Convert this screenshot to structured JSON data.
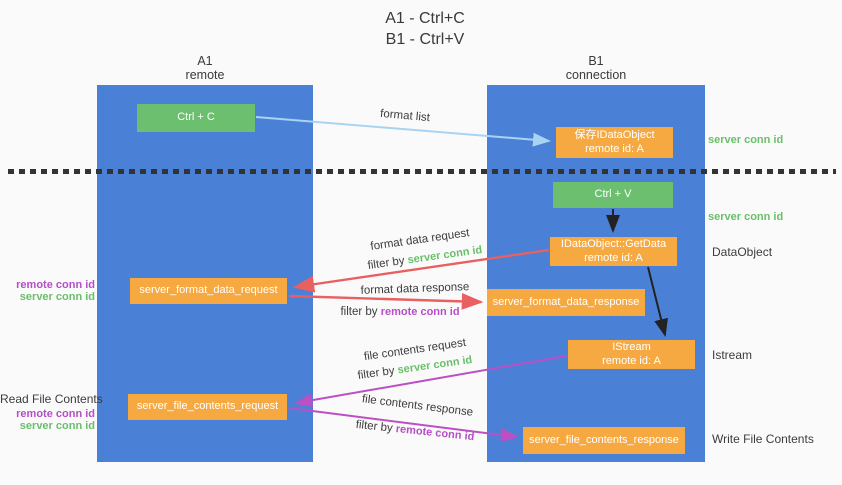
{
  "title": {
    "line1": "A1 - Ctrl+C",
    "line2": "B1 - Ctrl+V"
  },
  "columns": {
    "left": {
      "name": "A1",
      "subtitle": "remote"
    },
    "right": {
      "name": "B1",
      "subtitle": "connection"
    }
  },
  "nodes": {
    "ctrl_c": {
      "label": "Ctrl + C"
    },
    "ctrl_v": {
      "label": "Ctrl + V"
    },
    "save_dataobject": {
      "line1": "保存IDataObject",
      "line2": "remote id: A"
    },
    "getdata": {
      "line1": "IDataObject::GetData",
      "line2": "remote id: A"
    },
    "istream": {
      "line1": "IStream",
      "line2": "remote id: A"
    },
    "server_format_data_request": {
      "label": "server_format_data_request"
    },
    "server_format_data_response": {
      "label": "server_format_data_response"
    },
    "server_file_contents_request": {
      "label": "server_file_contents_request"
    },
    "server_file_contents_response": {
      "label": "server_file_contents_response"
    }
  },
  "arrow_labels": {
    "format_list": "format list",
    "format_data_request": "format data request",
    "format_data_response": "format data response",
    "file_contents_request": "file contents request",
    "file_contents_response": "file contents response",
    "filter_by": "filter by",
    "server_conn_id": "server conn id",
    "remote_conn_id": "remote conn id"
  },
  "side_labels": {
    "server_conn_id_top": "server conn id",
    "server_conn_id_mid": "server conn id",
    "dataobject": "DataObject",
    "istream": "Istream",
    "write_file_contents": "Write File Contents",
    "read_file_contents": "Read File Contents",
    "remote_conn_id_left_1": "remote conn id",
    "server_conn_id_left_1": "server conn id",
    "remote_conn_id_left_2": "remote conn id",
    "server_conn_id_left_2": "server conn id"
  },
  "colors": {
    "column_blue": "#4a80d6",
    "node_green": "#6dbf70",
    "node_orange": "#f7a941",
    "arrow_lightblue": "#a9d3f2",
    "arrow_red": "#e8605f",
    "arrow_purple": "#bb4fc4",
    "arrow_black": "#222222",
    "text_green": "#6abf69",
    "text_purple": "#b44fc8",
    "text_dark": "#3c3c3c"
  }
}
